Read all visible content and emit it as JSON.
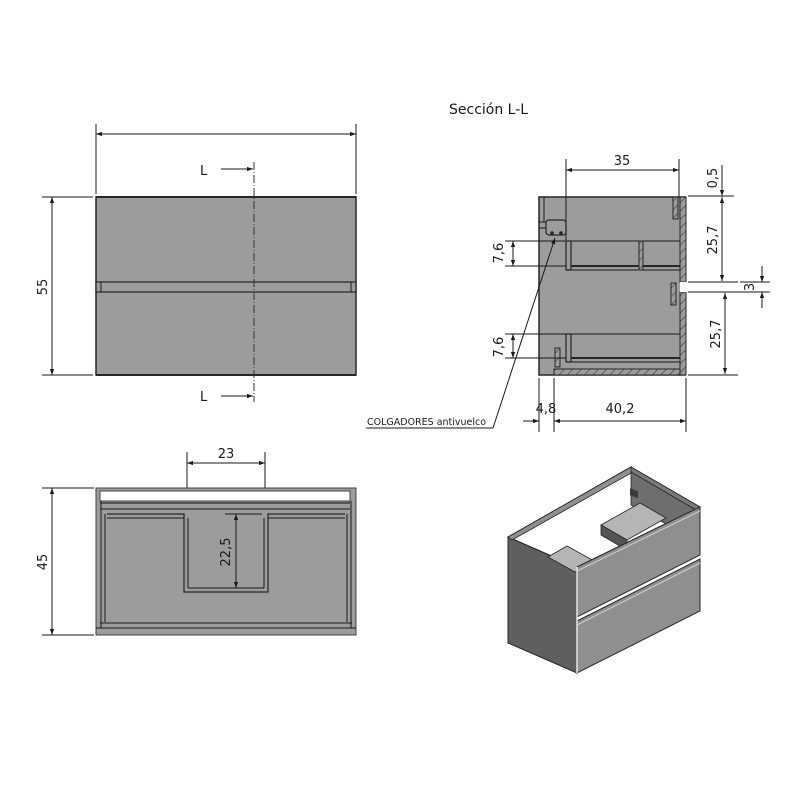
{
  "section_title": "Sección L-L",
  "section_marker": "L",
  "front_view": {
    "width_dimension": "",
    "height_dimension": "55",
    "section_label_top": "L",
    "section_label_bottom": "L"
  },
  "section_view": {
    "depth_inner": "35",
    "top_offset": "0,5",
    "drawer_front_upper": "25,7",
    "gap": "3",
    "drawer_front_lower": "25,7",
    "drawer_height_upper": "7,6",
    "drawer_height_lower": "7,6",
    "back_offset": "4,8",
    "depth_drawer": "40,2",
    "callout_label": "COLGADORES antivuelco"
  },
  "top_view": {
    "cutout_width": "23",
    "cutout_depth": "22,5",
    "depth_dimension": "45"
  },
  "colors": {
    "panel_fill": "#9c9c9c",
    "line": "#262626",
    "iso_front": "#8f8f8f",
    "iso_side": "#5f5f5f",
    "iso_inner": "#b5b5b5"
  }
}
